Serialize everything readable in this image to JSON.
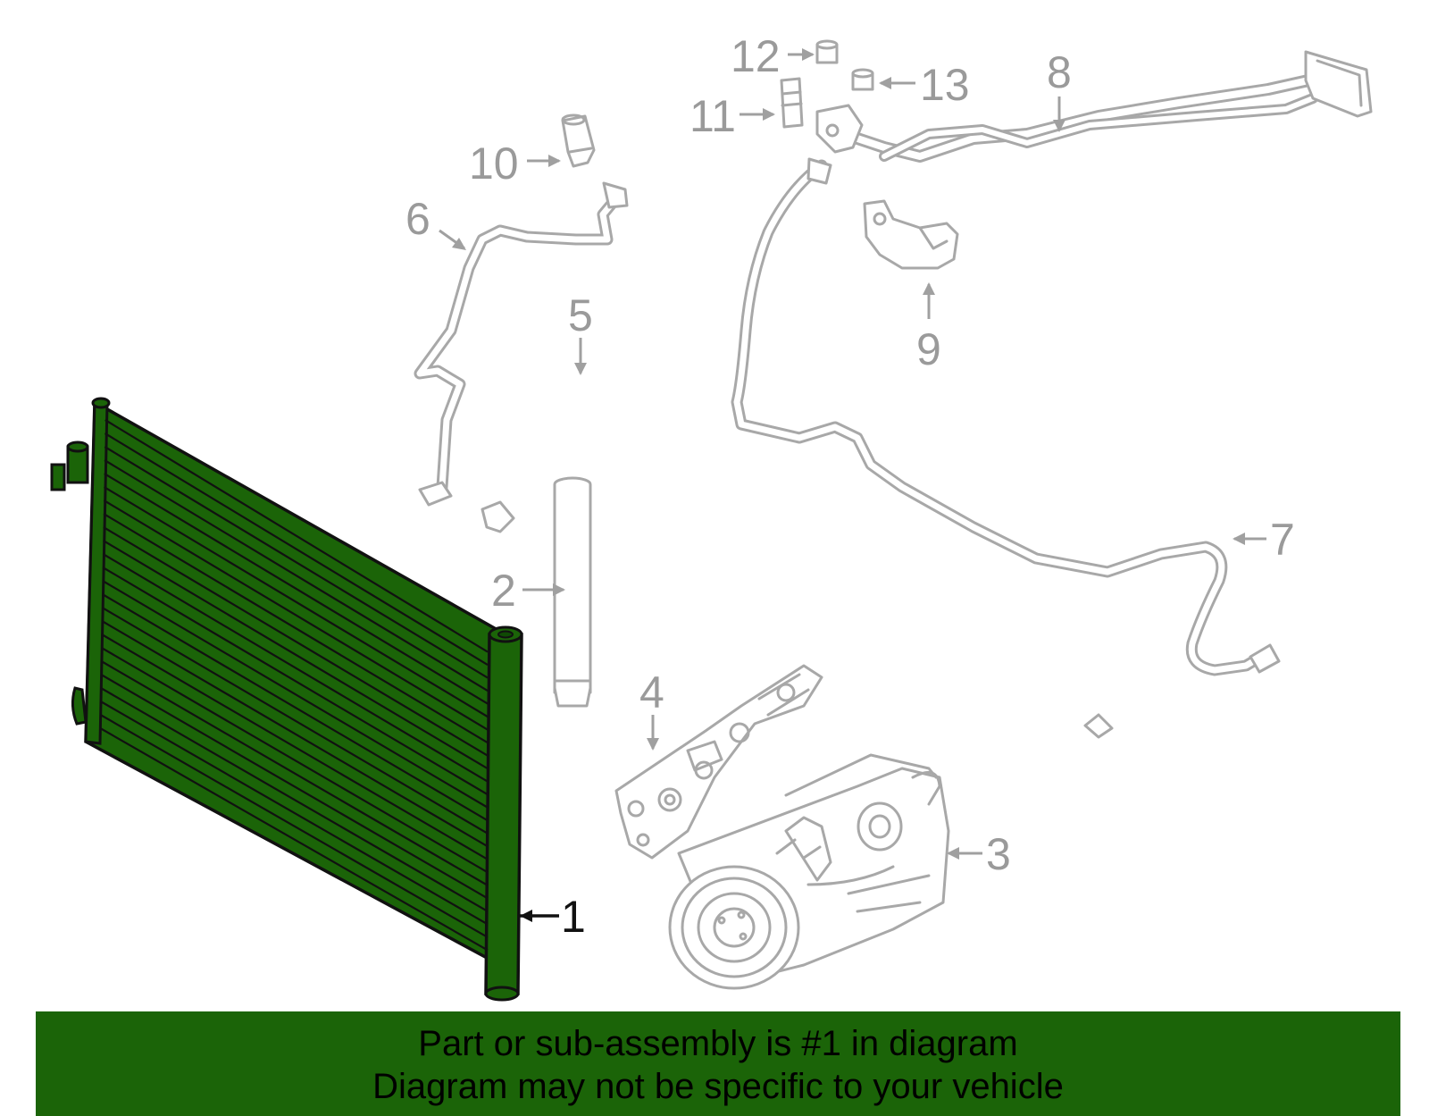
{
  "diagram": {
    "callouts": [
      {
        "id": "1",
        "label": "1",
        "highlighted": true
      },
      {
        "id": "2",
        "label": "2"
      },
      {
        "id": "3",
        "label": "3"
      },
      {
        "id": "4",
        "label": "4"
      },
      {
        "id": "5",
        "label": "5"
      },
      {
        "id": "6",
        "label": "6"
      },
      {
        "id": "7",
        "label": "7"
      },
      {
        "id": "8",
        "label": "8"
      },
      {
        "id": "9",
        "label": "9"
      },
      {
        "id": "10",
        "label": "10"
      },
      {
        "id": "11",
        "label": "11"
      },
      {
        "id": "12",
        "label": "12"
      },
      {
        "id": "13",
        "label": "13"
      }
    ],
    "colors": {
      "highlight_part": "#1b6408",
      "highlight_outline": "#111111",
      "line_art": "#a8a8a8",
      "callout_text": "#9a9a9a",
      "banner": "#1b6408"
    }
  },
  "banner": {
    "line1": "Part or sub-assembly is #1 in diagram",
    "line2": "Diagram may not be specific to your vehicle"
  }
}
